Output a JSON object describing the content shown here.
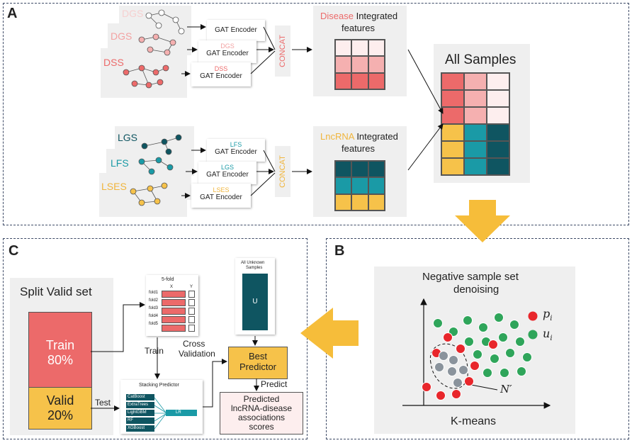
{
  "panels": {
    "a": "A",
    "b": "B",
    "c": "C"
  },
  "colors": {
    "disease_dark": "#ec6a6a",
    "disease_mid": "#f5b0b0",
    "disease_light": "#fdeeee",
    "lnc_dark": "#0f5561",
    "lnc_mid": "#1a9aa6",
    "lnc_yellow": "#f6c24a",
    "arrow_gold": "#f6bd3a",
    "red_point": "#e8262b",
    "green_point": "#2fa55a",
    "gray_point": "#8a939c"
  },
  "panel_a": {
    "disease_graphs": [
      "DGS",
      "DGS",
      "DSS"
    ],
    "lnc_graphs": [
      "LGS",
      "LFS",
      "LSES"
    ],
    "disease_encoders": [
      {
        "prefix": "",
        "label": "GAT Encoder"
      },
      {
        "prefix": "DGS",
        "label": "GAT Encoder"
      },
      {
        "prefix": "DSS",
        "label": "GAT Encoder"
      }
    ],
    "lnc_encoders": [
      {
        "prefix": "LFS",
        "label": "GAT Encoder"
      },
      {
        "prefix": "LGS",
        "label": "GAT Encoder"
      },
      {
        "prefix": "LSES",
        "label": "GAT Encoder"
      }
    ],
    "concat_label": "CONCAT",
    "disease_feature": {
      "highlight": "Disease",
      "rest": " Integrated",
      "line2": "features"
    },
    "lnc_feature": {
      "highlight": "LncRNA",
      "rest": " Integrated",
      "line2": "features"
    },
    "all_samples": "All Samples"
  },
  "panel_b": {
    "title_line1": "Negative sample set",
    "title_line2": "denoising",
    "legend_p": "p",
    "legend_p_sub": "i",
    "legend_u": "u",
    "legend_u_sub": "i",
    "cluster_label": "N′",
    "xlabel": "K-means"
  },
  "panel_c": {
    "split_title": "Split Valid set",
    "train_label": "Train",
    "train_pct": "80%",
    "valid_label": "Valid",
    "valid_pct": "20%",
    "fold_title": "5-fold",
    "fold_x": "X",
    "fold_y": "Y",
    "folds": [
      "fold1",
      "fold2",
      "fold3",
      "fold4",
      "fold5"
    ],
    "train_arrow": "Train",
    "test_arrow": "Test",
    "cv_line1": "Cross",
    "cv_line2": "Validation",
    "unknown_line1": "All Unknown",
    "unknown_line2": "Samples",
    "unknown_box": "U",
    "best_line1": "Best",
    "best_line2": "Predictor",
    "predict_arrow": "Predict",
    "stacking_title": "Stacking Predictor",
    "base_models": [
      "CatBoost",
      "ExtraTrees",
      "LightGBM",
      "RF",
      "XGBoost"
    ],
    "meta_model": "LR",
    "result_line1": "Predicted",
    "result_line2": "lncRNA-disease",
    "result_line3": "associations",
    "result_line4": "scores"
  }
}
